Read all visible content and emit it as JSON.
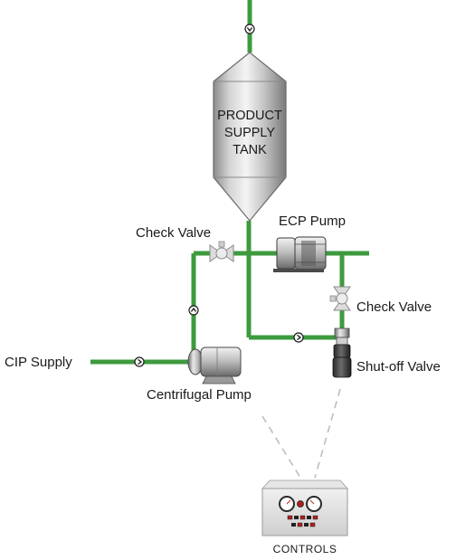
{
  "tank": {
    "line1": "PRODUCT",
    "line2": "SUPPLY",
    "line3": "TANK"
  },
  "labels": {
    "check_valve_upper": "Check Valve",
    "ecp_pump": "ECP Pump",
    "check_valve_right": "Check Valve",
    "cip_supply": "CIP Supply",
    "shutoff_valve": "Shut-off Valve",
    "centrifugal_pump": "Centrifugal Pump",
    "controls": "CONTROLS"
  },
  "colors": {
    "pipe": "#3e9a3e",
    "pipe_edge": "#2d7a2d",
    "tank_light": "#f1f1f1",
    "tank_dark": "#7a7a7a",
    "control_line": "#bdbdbd"
  }
}
